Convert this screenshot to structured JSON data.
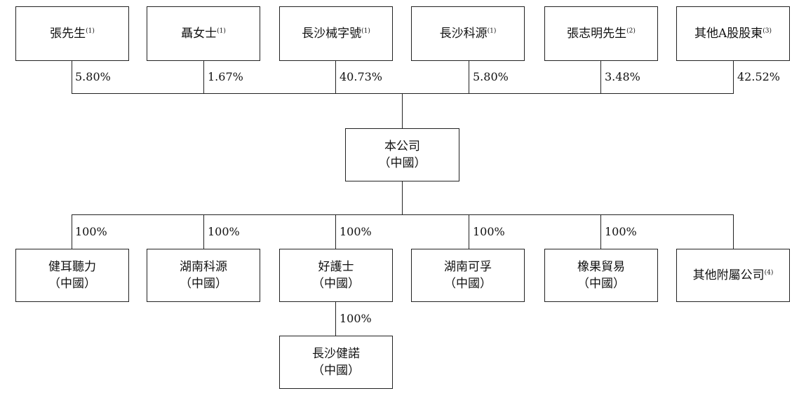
{
  "shareholders": [
    {
      "name": "張先生",
      "note": "(1)",
      "pct": "5.80%"
    },
    {
      "name": "聶女士",
      "note": "(1)",
      "pct": "1.67%"
    },
    {
      "name": "長沙械字號",
      "note": "(1)",
      "pct": "40.73%"
    },
    {
      "name": "長沙科源",
      "note": "(1)",
      "pct": "5.80%"
    },
    {
      "name": "張志明先生",
      "note": "(2)",
      "pct": "3.48%"
    },
    {
      "name": "其他A股股東",
      "note": "(3)",
      "pct": "42.52%"
    }
  ],
  "company": {
    "name": "本公司",
    "loc": "（中國）"
  },
  "subsidiaries": [
    {
      "name": "健耳聽力",
      "loc": "（中國）",
      "note": "",
      "pct": "100%"
    },
    {
      "name": "湖南科源",
      "loc": "（中國）",
      "note": "",
      "pct": "100%"
    },
    {
      "name": "好護士",
      "loc": "（中國）",
      "note": "",
      "pct": "100%"
    },
    {
      "name": "湖南可孚",
      "loc": "（中國）",
      "note": "",
      "pct": "100%"
    },
    {
      "name": "橡果貿易",
      "loc": "（中國）",
      "note": "",
      "pct": "100%"
    },
    {
      "name": "其他附屬公司",
      "loc": "",
      "note": "(4)",
      "pct": ""
    }
  ],
  "sub_subsidiary": {
    "name": "長沙健諾",
    "loc": "（中國）",
    "pct": "100%"
  }
}
